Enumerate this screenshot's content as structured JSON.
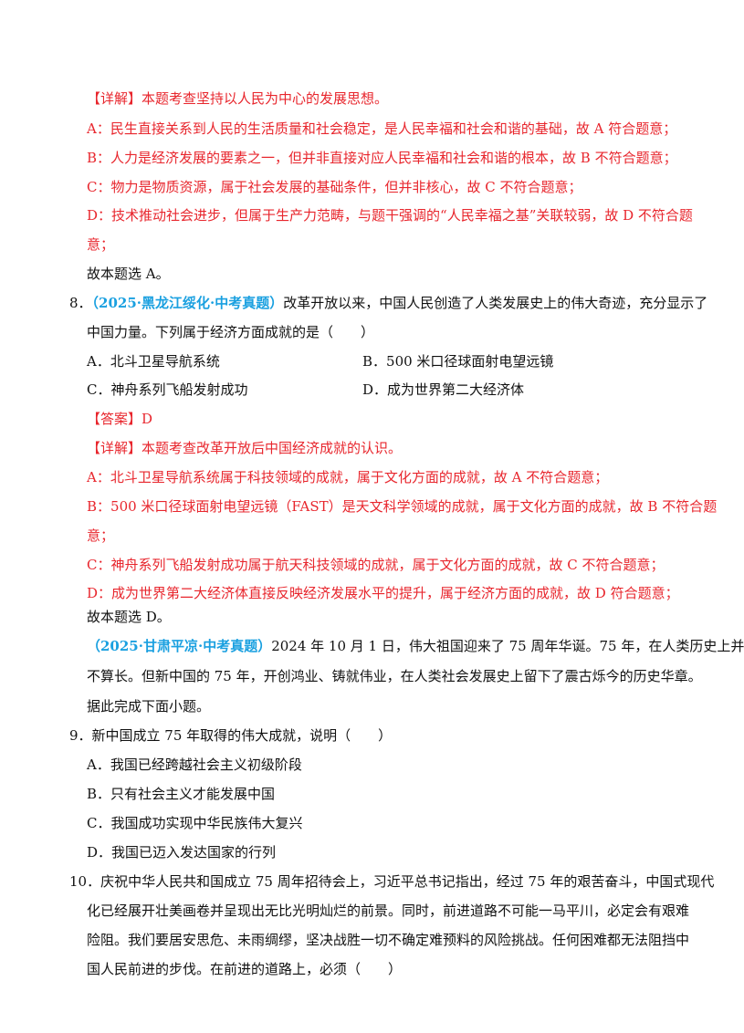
{
  "q7_explain": {
    "tag": "【详解】",
    "intro": "本题考查坚持以人民为中心的发展思想。",
    "a": "A：民生直接关系到人民的生活质量和社会稳定，是人民幸福和社会和谐的基础，故 A 符合题意；",
    "b": "B：人力是经济发展的要素之一，但并非直接对应人民幸福和社会和谐的根本，故 B 不符合题意；",
    "c": "C：物力是物质资源，属于社会发展的基础条件，但并非核心，故 C 不符合题意；",
    "d1": "D：技术推动社会进步，但属于生产力范畴，与题干强调的“人民幸福之基”关联较弱，故 D 不符合题",
    "d2": "意；",
    "conclusion": "故本题选 A。"
  },
  "q8": {
    "number": "8．",
    "source": "（2025·黑龙江绥化·中考真题）",
    "stem1": "改革开放以来，中国人民创造了人类发展史上的伟大奇迹，充分显示了",
    "stem2": "中国力量。下列属于经济方面成就的是（　　）",
    "options": {
      "a": "A．北斗卫星导航系统",
      "b": "B．500 米口径球面射电望远镜",
      "c": "C．神舟系列飞船发射成功",
      "d": "D．成为世界第二大经济体"
    },
    "answer_tag": "【答案】",
    "answer": "D",
    "explain_tag": "【详解】",
    "explain_intro": "本题考查改革开放后中国经济成就的认识。",
    "ea": "A：北斗卫星导航系统属于科技领域的成就，属于文化方面的成就，故 A 不符合题意；",
    "eb1": "B：500 米口径球面射电望远镜（FAST）是天文科学领域的成就，属于文化方面的成就，故 B 不符合题",
    "eb2": "意；",
    "ec": "C：神舟系列飞船发射成功属于航天科技领域的成就，属于文化方面的成就，故 C 不符合题意；",
    "ed": "D：成为世界第二大经济体直接反映经济发展水平的提升，属于经济方面的成就，故 D 符合题意；",
    "conclusion": "故本题选 D。"
  },
  "passage": {
    "source": "（2025·甘肃平凉·中考真题）",
    "line1": "2024 年 10 月 1 日，伟大祖国迎来了 75 周年华诞。75 年，在人类历史上并",
    "line2": "不算长。但新中国的 75 年，开创鸿业、铸就伟业，在人类社会发展史上留下了震古烁今的历史华章。",
    "line3": "据此完成下面小题。"
  },
  "q9": {
    "stem": "9．新中国成立 75 年取得的伟大成就，说明（　　）",
    "a": "A．我国已经跨越社会主义初级阶段",
    "b": "B．只有社会主义才能发展中国",
    "c": "C．我国成功实现中华民族伟大复兴",
    "d": "D．我国已迈入发达国家的行列"
  },
  "q10": {
    "line1": "10．庆祝中华人民共和国成立 75 周年招待会上，习近平总书记指出，经过 75 年的艰苦奋斗，中国式现代",
    "line2": "化已经展开壮美画卷并呈现出无比光明灿烂的前景。同时，前进道路不可能一马平川，必定会有艰难",
    "line3": "险阻。我们要居安思危、未雨绸缪，坚决战胜一切不确定难预料的风险挑战。任何困难都无法阻挡中",
    "line4": "国人民前进的步伐。在前进的道路上，必须（　　）"
  }
}
